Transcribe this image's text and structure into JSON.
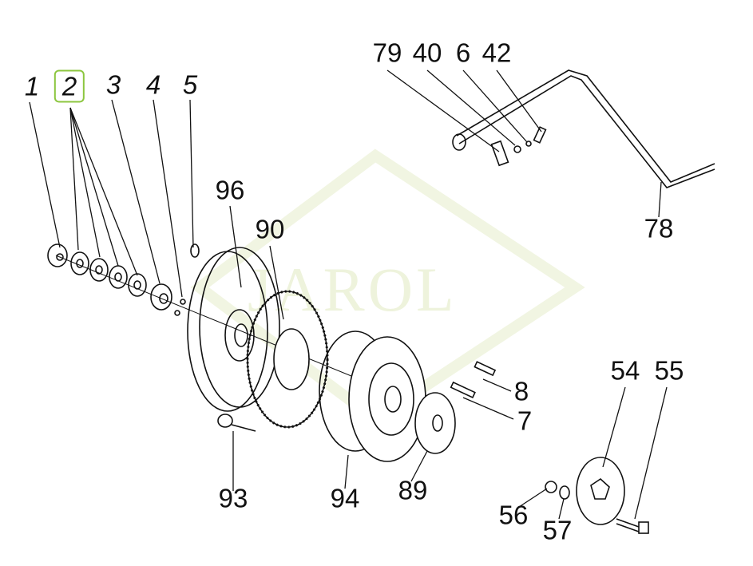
{
  "watermark": "JAROL",
  "accent_color": "#8cc63f",
  "selected_part": "2",
  "callouts": {
    "c1": "1",
    "c2": "2",
    "c3": "3",
    "c4": "4",
    "c5": "5",
    "c96": "96",
    "c90": "90",
    "c79": "79",
    "c40": "40",
    "c6": "6",
    "c42": "42",
    "c78": "78",
    "c8": "8",
    "c7": "7",
    "c54": "54",
    "c55": "55",
    "c93": "93",
    "c94": "94",
    "c89": "89",
    "c56": "56",
    "c57": "57"
  }
}
